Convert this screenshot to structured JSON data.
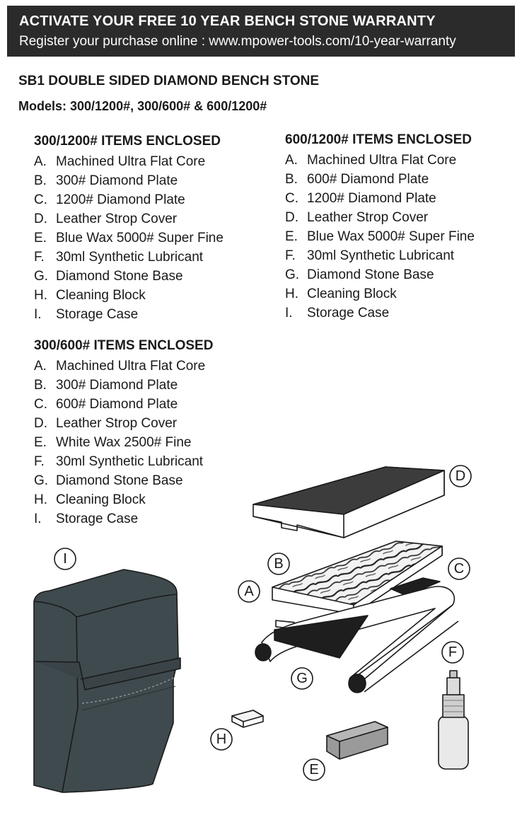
{
  "banner": {
    "headline": "ACTIVATE YOUR FREE 10 YEAR BENCH STONE WARRANTY",
    "subline": "Register your purchase online : www.mpower-tools.com/10-year-warranty"
  },
  "product": {
    "title": "SB1 DOUBLE SIDED DIAMOND BENCH STONE",
    "models": "Models: 300/1200#, 300/600# & 600/1200#"
  },
  "lists": {
    "l300_1200": {
      "heading": "300/1200# ITEMS ENCLOSED",
      "items": [
        {
          "letter": "A.",
          "text": "Machined Ultra Flat Core"
        },
        {
          "letter": "B.",
          "text": "300# Diamond Plate"
        },
        {
          "letter": "C.",
          "text": "1200# Diamond Plate"
        },
        {
          "letter": "D.",
          "text": "Leather Strop Cover"
        },
        {
          "letter": "E.",
          "text": "Blue Wax 5000# Super Fine"
        },
        {
          "letter": "F.",
          "text": "30ml Synthetic Lubricant"
        },
        {
          "letter": "G.",
          "text": "Diamond Stone Base"
        },
        {
          "letter": "H.",
          "text": "Cleaning Block"
        },
        {
          "letter": "I.",
          "text": "Storage Case"
        }
      ]
    },
    "l600_1200": {
      "heading": "600/1200# ITEMS ENCLOSED",
      "items": [
        {
          "letter": "A.",
          "text": "Machined Ultra Flat Core"
        },
        {
          "letter": "B.",
          "text": "600# Diamond Plate"
        },
        {
          "letter": "C.",
          "text": "1200# Diamond Plate"
        },
        {
          "letter": "D.",
          "text": "Leather Strop Cover"
        },
        {
          "letter": "E.",
          "text": "Blue Wax 5000# Super Fine"
        },
        {
          "letter": "F.",
          "text": "30ml Synthetic Lubricant"
        },
        {
          "letter": "G.",
          "text": "Diamond Stone Base"
        },
        {
          "letter": "H.",
          "text": "Cleaning Block"
        },
        {
          "letter": "I.",
          "text": "Storage Case"
        }
      ]
    },
    "l300_600": {
      "heading": "300/600# ITEMS ENCLOSED",
      "items": [
        {
          "letter": "A.",
          "text": "Machined Ultra Flat Core"
        },
        {
          "letter": "B.",
          "text": "300# Diamond Plate"
        },
        {
          "letter": "C.",
          "text": "600# Diamond Plate"
        },
        {
          "letter": "D.",
          "text": "Leather Strop Cover"
        },
        {
          "letter": "E.",
          "text": "White Wax 2500# Fine"
        },
        {
          "letter": "F.",
          "text": "30ml Synthetic Lubricant"
        },
        {
          "letter": "G.",
          "text": "Diamond Stone Base"
        },
        {
          "letter": "H.",
          "text": "Cleaning Block"
        },
        {
          "letter": "I.",
          "text": "Storage Case"
        }
      ]
    }
  },
  "callouts": {
    "a": "A",
    "b": "B",
    "c": "C",
    "d": "D",
    "e": "E",
    "f": "F",
    "g": "G",
    "h": "H",
    "i": "I"
  },
  "colors": {
    "banner_bg": "#2b2b2b",
    "case": "#3f4a4e",
    "strop_top": "#3c3c3c",
    "pad": "#1e1e1e",
    "wax": "#9a9a9a"
  }
}
